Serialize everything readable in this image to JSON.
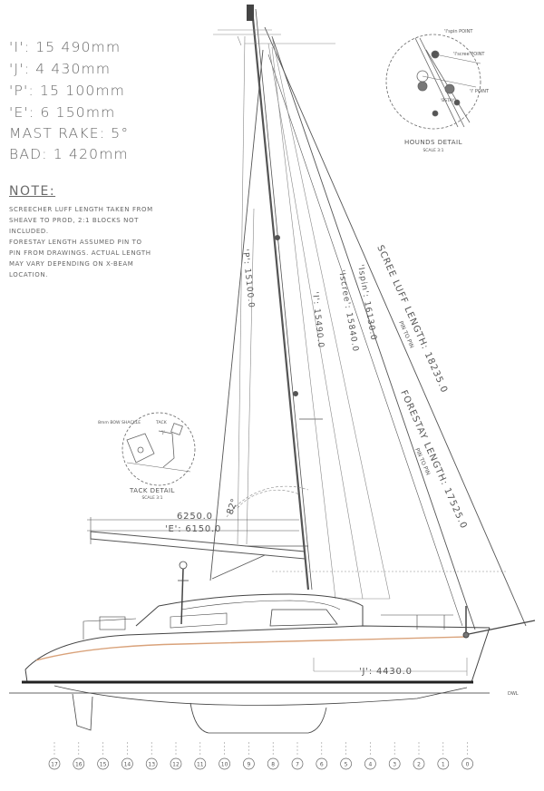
{
  "specs": [
    "'I': 15 490mm",
    "'J': 4 430mm",
    "'P': 15 100mm",
    "'E': 6 150mm",
    "MAST RAKE: 5°",
    "BAD: 1 420mm"
  ],
  "note": {
    "title": "NOTE:",
    "lines": [
      "SCREECHER LUFF LENGTH TAKEN FROM",
      "SHEAVE TO PROD, 2:1 BLOCKS NOT",
      "INCLUDED.",
      "FORESTAY LENGTH ASSUMED PIN TO",
      "PIN FROM DRAWINGS. ACTUAL LENGTH",
      "MAY VARY DEPENDING ON X-BEAM",
      "LOCATION."
    ]
  },
  "hounds_detail": {
    "title": "HOUNDS DETAIL",
    "scale": "SCALE 3:1",
    "labels": [
      "'I'spin POINT",
      "'I'scree POINT",
      "'I' POINT",
      "'BSTAY'"
    ]
  },
  "tack_detail": {
    "title": "TACK DETAIL",
    "scale": "SCALE 3:1",
    "labels": [
      "8mm BOW SHACKLE",
      "TACK",
      "'J'"
    ]
  },
  "dimensions": {
    "p": "'P': 15100.0",
    "i": "'I': 15490.0",
    "iscree": "'Iscree': 15840.0",
    "ispin": "'Ispin': 16130.0",
    "scree_luff": "SCREE LUFF LENGTH: 18235.0",
    "scree_luff_sub": "PIN TO PIN",
    "forestay": "FORESTAY LENGTH: 17525.0",
    "forestay_sub": "PIN TO PIN",
    "boom_total": "6250.0",
    "e": "'E': 6150.0",
    "j": "'J': 4430.0",
    "rake_angle": "82°",
    "dwl": "DWL"
  },
  "stations": [
    "17",
    "16",
    "15",
    "14",
    "13",
    "12",
    "11",
    "10",
    "9",
    "8",
    "7",
    "6",
    "5",
    "4",
    "3",
    "2",
    "1",
    "0"
  ]
}
